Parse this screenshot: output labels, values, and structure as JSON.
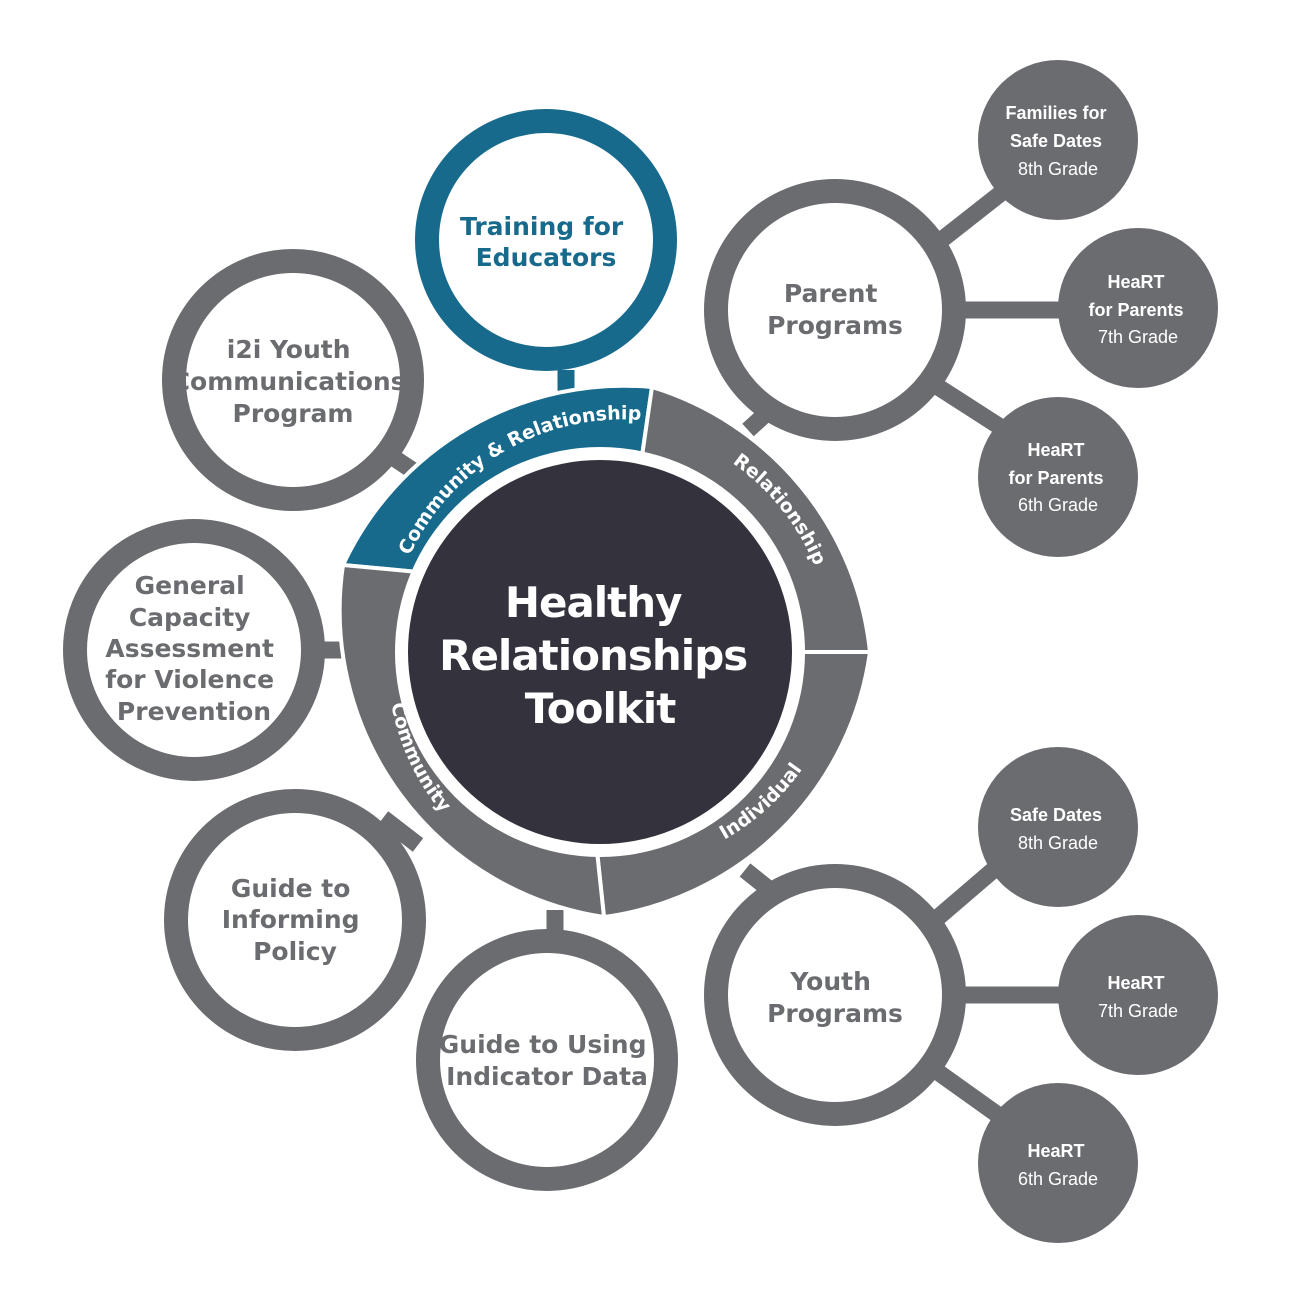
{
  "center": {
    "lines": [
      "Healthy",
      "Relationships",
      "Toolkit"
    ]
  },
  "ring_segments": {
    "community_relationship": "Community & Relationship",
    "relationship": "Relationship",
    "individual": "Individual",
    "community": "Community"
  },
  "nodes": {
    "training": [
      "Training for",
      "Educators"
    ],
    "i2i": [
      "i2i Youth",
      "Communications",
      "Program"
    ],
    "general": [
      "General",
      "Capacity",
      "Assessment",
      "for Violence",
      "Prevention"
    ],
    "policy": [
      "Guide to",
      "Informing",
      "Policy"
    ],
    "indicator": [
      "Guide to Using",
      "Indicator Data"
    ],
    "parent": [
      "Parent",
      "Programs"
    ],
    "youth": [
      "Youth",
      "Programs"
    ]
  },
  "satellites": {
    "families_safe_dates": [
      "Families for",
      "Safe Dates",
      "8th Grade"
    ],
    "heart_parents_7": [
      "HeaRT",
      "for Parents",
      "7th Grade"
    ],
    "heart_parents_6": [
      "HeaRT",
      "for Parents",
      "6th Grade"
    ],
    "safe_dates_8": [
      "Safe Dates",
      "8th Grade"
    ],
    "heart_7": [
      "HeaRT",
      "7th Grade"
    ],
    "heart_6": [
      "HeaRT",
      "6th Grade"
    ]
  },
  "colors": {
    "gray": "#6b6c70",
    "dark_center": "#33323d",
    "teal": "#176a8c",
    "white": "#ffffff"
  }
}
